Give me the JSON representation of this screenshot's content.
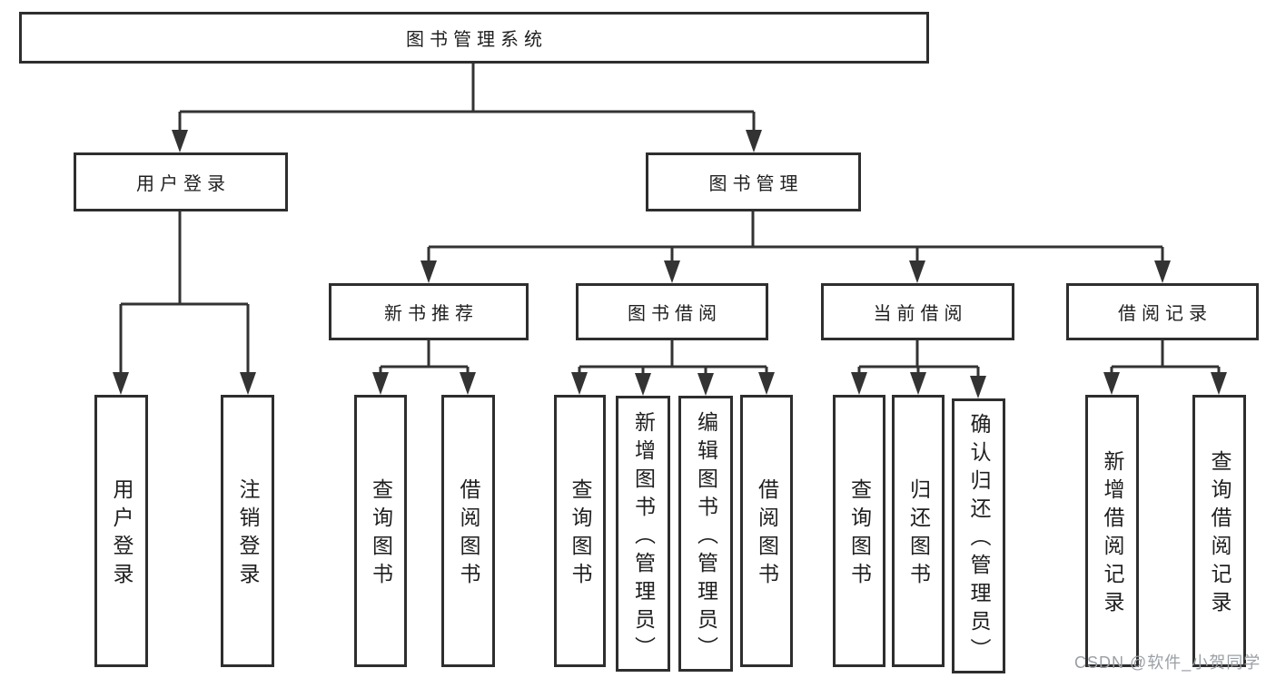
{
  "tree": {
    "label": "图书管理系统",
    "children": [
      {
        "label": "用户登录",
        "children": [
          {
            "label": "用户登录"
          },
          {
            "label": "注销登录"
          }
        ]
      },
      {
        "label": "图书管理",
        "children": [
          {
            "label": "新书推荐",
            "children": [
              {
                "label": "查询图书"
              },
              {
                "label": "借阅图书"
              }
            ]
          },
          {
            "label": "图书借阅",
            "children": [
              {
                "label": "查询图书"
              },
              {
                "label": "新增图书（管理员）"
              },
              {
                "label": "编辑图书（管理员）"
              },
              {
                "label": "借阅图书"
              }
            ]
          },
          {
            "label": "当前借阅",
            "children": [
              {
                "label": "查询图书"
              },
              {
                "label": "归还图书"
              },
              {
                "label": "确认归还（管理员）"
              }
            ]
          },
          {
            "label": "借阅记录",
            "children": [
              {
                "label": "新增借阅记录"
              },
              {
                "label": "查询借阅记录"
              }
            ]
          }
        ]
      }
    ]
  },
  "watermark": {
    "text": "CSDN @软件_小贺同学"
  },
  "colors": {
    "line": "#333333",
    "box_border": "#2e2e2e",
    "text": "#1f1f1f",
    "watermark": "#9aa0a6",
    "background": "#ffffff"
  }
}
